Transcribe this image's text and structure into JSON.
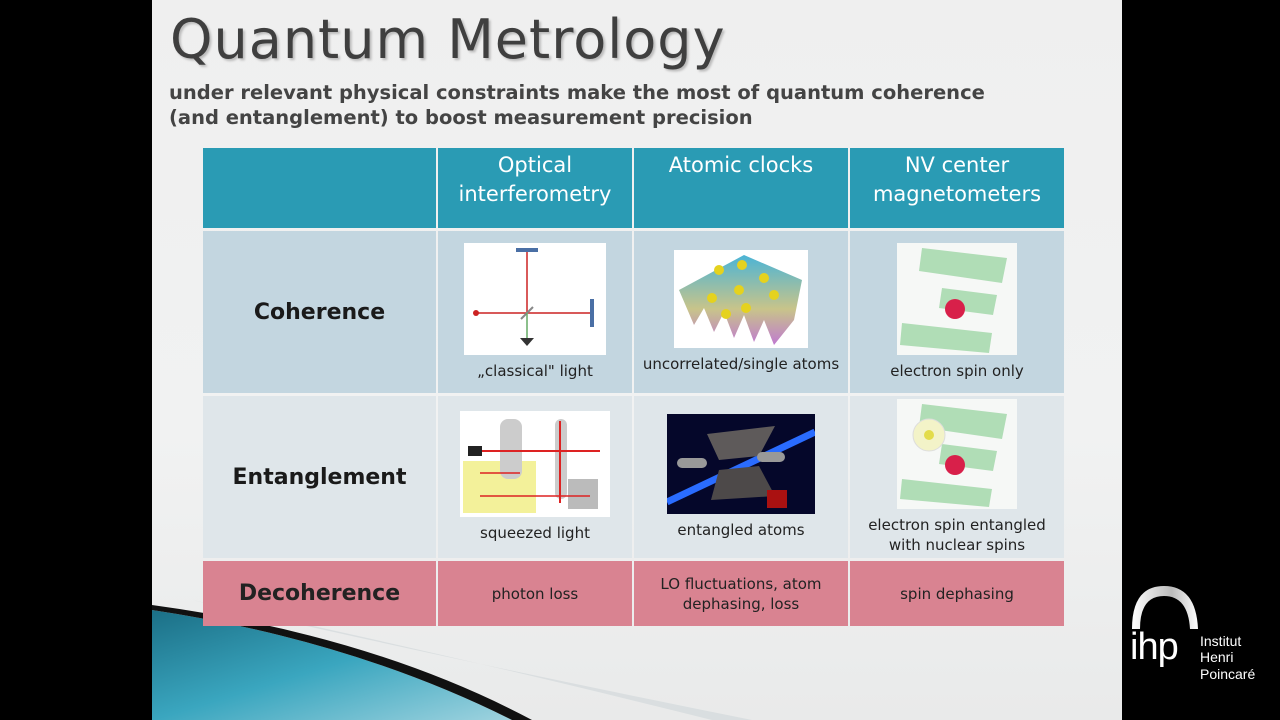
{
  "title": "Quantum Metrology",
  "subtitle": "under relevant physical constraints make the most of quantum coherence (and entanglement) to boost measurement precision",
  "table": {
    "columns": [
      "",
      "Optical interferometry",
      "Atomic clocks",
      "NV center magnetometers"
    ],
    "rows": [
      {
        "label": "Coherence",
        "cells": [
          "„classical\" light",
          "uncorrelated/single atoms",
          "electron spin only"
        ]
      },
      {
        "label": "Entanglement",
        "cells": [
          "squeezed light",
          "entangled atoms",
          "electron spin entangled with nuclear spins"
        ]
      },
      {
        "label": "Decoherence",
        "cells": [
          "photon loss",
          "LO fluctuations, atom dephasing, loss",
          "spin dephasing"
        ]
      }
    ]
  },
  "logo": {
    "mark": "ihp",
    "text": [
      "Institut",
      "Henri",
      "Poincaré"
    ]
  },
  "colors": {
    "header": "#2a9bb4",
    "coherence_row": "#c3d6e0",
    "entanglement_row": "#dfe6ea",
    "decoherence_row": "#d98391"
  }
}
